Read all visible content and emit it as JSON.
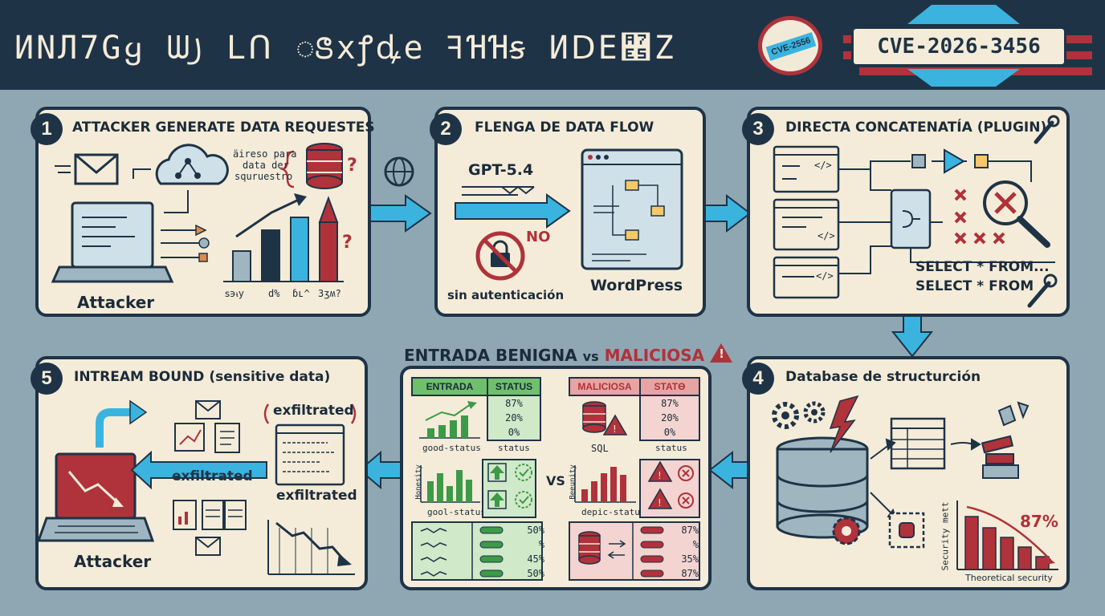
{
  "header": {
    "title": "ИNЛ7Gყ ᗯ꠸ Lᑎ ꢺxꝭꝱe ꟻꞪꞪꞩ ИᗞE꟥Z",
    "seal_text": "CVE-2556",
    "cve_id": "CVE-2026-3456"
  },
  "panels": [
    {
      "number": "1",
      "title": "ATTACKER GENERATE DATA REQUESTES",
      "note_lines": [
        "äireso para",
        "data der",
        "squruestro"
      ],
      "actor": "Attacker",
      "chart_labels": [
        "ꜱ϶ᵼy",
        "d%",
        "ɓʟ^",
        "3ʒʍ?"
      ]
    },
    {
      "number": "2",
      "title": "FLENGA DE DATA FLOW",
      "model": "GPT-5.4",
      "no_label": "NO",
      "auth_label": "sin autenticación",
      "cms": "WordPress"
    },
    {
      "number": "3",
      "title": "DIRECTA CONCATENATÍA (PLUGIN)",
      "sql_lines": [
        "SELECT * FROM...",
        "SELECT * FROM"
      ],
      "code_tag": "</>"
    },
    {
      "number": "4",
      "title": "Database de structurción",
      "percent": "87%",
      "ylabel": "Security mett",
      "xlabel": "Theoretical security"
    },
    {
      "number": "5",
      "title": "INTREAM BOUND (sensitive data)",
      "exfil_top": "exfiltrated",
      "exfil_arrow": "exfiltrated",
      "exfil_bottom": "exfiltrated",
      "actor": "Attacker"
    }
  ],
  "comparison": {
    "title_a": "ENTRADA BENIGNA",
    "vs_title": "vs",
    "title_b": "MALICIOSA",
    "vs_mid": "VS",
    "benign": {
      "col1": "ENTRADA",
      "col2": "STATUS",
      "values": [
        "87%",
        "20%",
        "0%"
      ],
      "caption1": "good-status",
      "caption2": "status",
      "axis_label": "Honesity",
      "caption3": "gool-status",
      "bars": [
        "50%",
        "%",
        "45%",
        "50%"
      ]
    },
    "malicious": {
      "col1": "MALICIOSA",
      "col2": "STATƟ",
      "values": [
        "87%",
        "20%",
        "0%"
      ],
      "caption1": "SQL",
      "caption2": "status",
      "axis_label": "Beeunity",
      "caption3": "depic-status",
      "bars": [
        "87%",
        "%",
        "35%",
        "87%"
      ]
    }
  },
  "colors": {
    "navy": "#1f3347",
    "cream": "#f4ecd8",
    "cyan": "#3ab4df",
    "red": "#b0323a",
    "bg": "#8ea7b3",
    "green": "#3c9a48"
  }
}
